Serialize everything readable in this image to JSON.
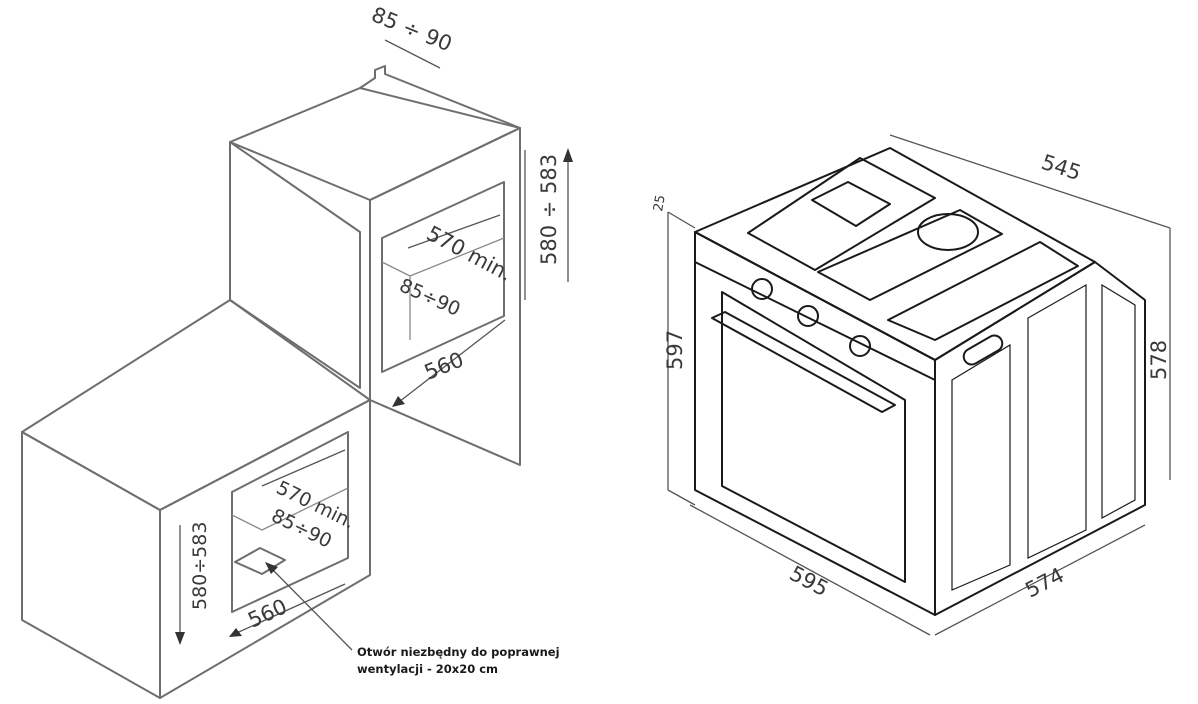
{
  "cabinet_dims": {
    "top_gap": "85 ÷ 90",
    "upper_height": "580 ÷ 583",
    "upper_depth": "570 min.",
    "upper_vent": "85÷90",
    "upper_width": "560",
    "lower_depth": "570 min.",
    "lower_vent": "85÷90",
    "lower_height": "580÷583",
    "lower_width": "560"
  },
  "ventilation_note": {
    "line1": "Otwór niezbędny do poprawnej",
    "line2": "wentylacji - 20x20 cm"
  },
  "oven_dims": {
    "panel_thickness": "25",
    "height": "597",
    "depth_top": "545",
    "side_height": "578",
    "width": "595",
    "side_depth": "574"
  }
}
